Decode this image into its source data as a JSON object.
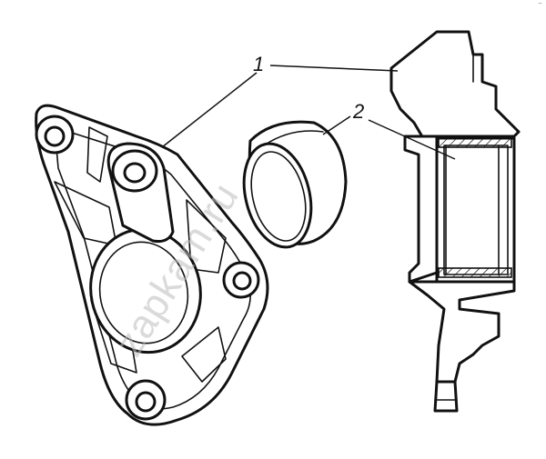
{
  "labels": {
    "callout_1": "1",
    "callout_2": "2"
  },
  "watermark": "zapkam.ru",
  "corner_mark": "⁻",
  "colors": {
    "line": "#111111",
    "background": "#ffffff",
    "watermark": "#bdbdbd"
  }
}
